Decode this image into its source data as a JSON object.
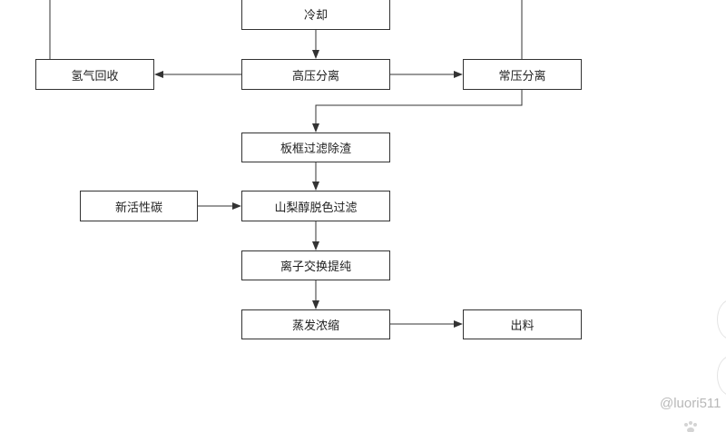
{
  "nodes": {
    "cool": "冷却",
    "hydrogen_recovery": "氢气回收",
    "high_pressure_separation": "高压分离",
    "normal_pressure_separation": "常压分离",
    "plate_frame_filtration": "板框过滤除渣",
    "new_activated_carbon": "新活性碳",
    "sorbitol_decolor_filter": "山梨醇脱色过滤",
    "ion_exchange": "离子交换提纯",
    "evaporation": "蒸发浓缩",
    "output": "出料"
  },
  "edges": [
    {
      "from": "冷却",
      "to": "高压分离"
    },
    {
      "from": "高压分离",
      "to": "氢气回收"
    },
    {
      "from": "高压分离",
      "to": "常压分离"
    },
    {
      "from": "常压分离",
      "to": "板框过滤除渣"
    },
    {
      "from": "板框过滤除渣",
      "to": "山梨醇脱色过滤"
    },
    {
      "from": "新活性碳",
      "to": "山梨醇脱色过滤"
    },
    {
      "from": "山梨醇脱色过滤",
      "to": "离子交换提纯"
    },
    {
      "from": "离子交换提纯",
      "to": "蒸发浓缩"
    },
    {
      "from": "蒸发浓缩",
      "to": "出料"
    }
  ],
  "watermark": "@luori511",
  "colors": {
    "line": "#333333",
    "watermark": "#b8b8b8"
  }
}
